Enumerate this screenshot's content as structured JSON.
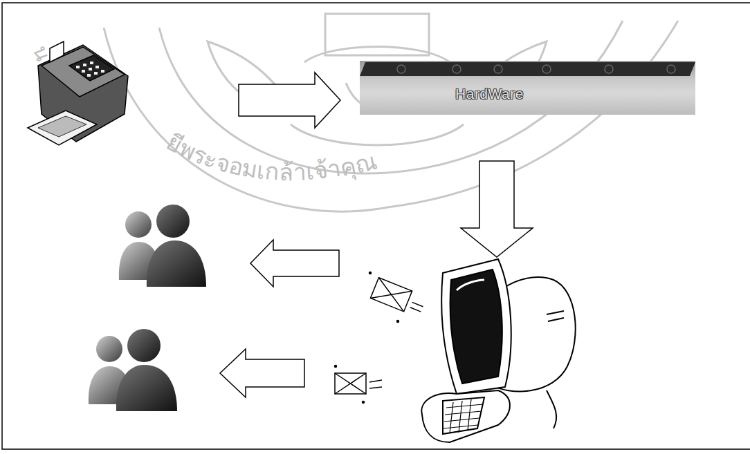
{
  "diagram": {
    "nodes": [
      {
        "text": [
          "HardWare"
        ]
      }
    ],
    "labels": [
      "นโล",
      "ยีพระจอมเกล้าเจ้าคุณ"
    ]
  }
}
